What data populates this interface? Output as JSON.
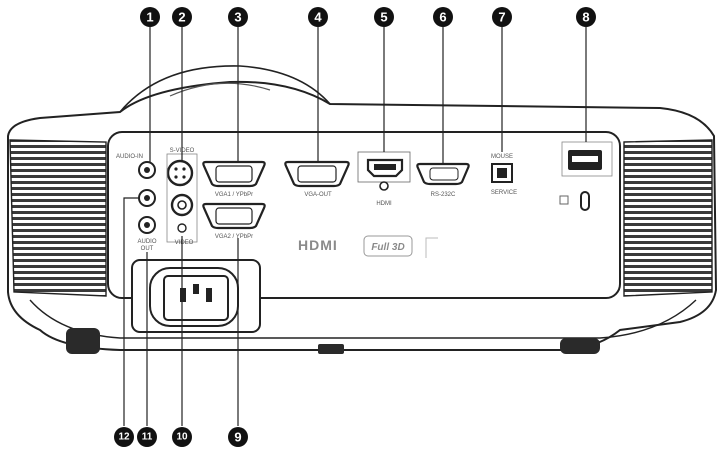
{
  "callouts": [
    {
      "number": "1"
    },
    {
      "number": "2"
    },
    {
      "number": "3"
    },
    {
      "number": "4"
    },
    {
      "number": "5"
    },
    {
      "number": "6"
    },
    {
      "number": "7"
    },
    {
      "number": "8"
    },
    {
      "number": "9"
    },
    {
      "number": "10"
    },
    {
      "number": "11"
    },
    {
      "number": "12"
    }
  ],
  "labels": {
    "audio_in": "AUDIO-IN",
    "s_video": "S-VIDEO",
    "vga1": "VGA1 / YPbPr",
    "vga_out": "VGA-OUT",
    "hdmi": "HDMI",
    "rs232": "RS-232C",
    "mouse": "MOUSE",
    "service": "SERVICE",
    "vga2": "VGA2 / YPbPr",
    "audio_out_1": "AUDIO",
    "audio_out_2": "OUT",
    "video": "VIDEO"
  },
  "logos": {
    "hdmi": "HDMI",
    "full3d": "Full 3D"
  },
  "colors": {
    "badge": "#111111",
    "outline": "#222222",
    "grille": "#333333"
  }
}
